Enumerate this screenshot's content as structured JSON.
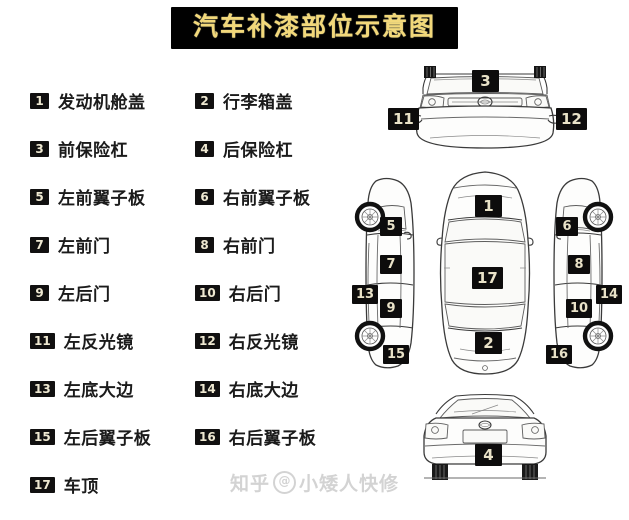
{
  "title": "汽车补漆部位示意图",
  "theme": {
    "page_background": "#ffffff",
    "title_background": "#010101",
    "title_text_color": "#f2d87a",
    "badge_background": "#111010",
    "badge_text_color": "#efe9d2",
    "label_color": "#1b1b1b",
    "line_color": "#3a3a3a"
  },
  "legend": {
    "rows": [
      {
        "left": {
          "num": "1",
          "label": "发动机舱盖"
        },
        "right": {
          "num": "2",
          "label": "行李箱盖"
        }
      },
      {
        "left": {
          "num": "3",
          "label": "前保险杠"
        },
        "right": {
          "num": "4",
          "label": "后保险杠"
        }
      },
      {
        "left": {
          "num": "5",
          "label": "左前翼子板"
        },
        "right": {
          "num": "6",
          "label": "右前翼子板"
        }
      },
      {
        "left": {
          "num": "7",
          "label": "左前门"
        },
        "right": {
          "num": "8",
          "label": "右前门"
        }
      },
      {
        "left": {
          "num": "9",
          "label": "左后门"
        },
        "right": {
          "num": "10",
          "label": "右后门"
        }
      },
      {
        "left": {
          "num": "11",
          "label": "左反光镜"
        },
        "right": {
          "num": "12",
          "label": "右反光镜"
        }
      },
      {
        "left": {
          "num": "13",
          "label": "左底大边"
        },
        "right": {
          "num": "14",
          "label": "右底大边"
        }
      },
      {
        "left": {
          "num": "15",
          "label": "左后翼子板"
        },
        "right": {
          "num": "16",
          "label": "右后翼子板"
        }
      },
      {
        "left": {
          "num": "17",
          "label": "车顶"
        },
        "right": {
          "num": "",
          "label": ""
        }
      }
    ]
  },
  "diagram": {
    "front_view": {
      "name": "front-view",
      "chips": {
        "bumper": "3",
        "left_mirror": "11",
        "right_mirror": "12"
      }
    },
    "left_side_view": {
      "name": "left-side-view",
      "chips": {
        "front_fender": "5",
        "front_door": "7",
        "rocker": "13",
        "rear_door": "9",
        "rear_fender": "15"
      }
    },
    "top_view": {
      "name": "top-view",
      "chips": {
        "hood": "1",
        "roof": "17",
        "trunk": "2"
      }
    },
    "right_side_view": {
      "name": "right-side-view",
      "chips": {
        "front_fender": "6",
        "front_door": "8",
        "rocker": "14",
        "rear_door": "10",
        "rear_fender": "16"
      }
    },
    "rear_view": {
      "name": "rear-view",
      "chips": {
        "bumper": "4"
      }
    }
  },
  "watermark": {
    "platform": "知乎",
    "at": "@",
    "account": "小矮人快修"
  }
}
